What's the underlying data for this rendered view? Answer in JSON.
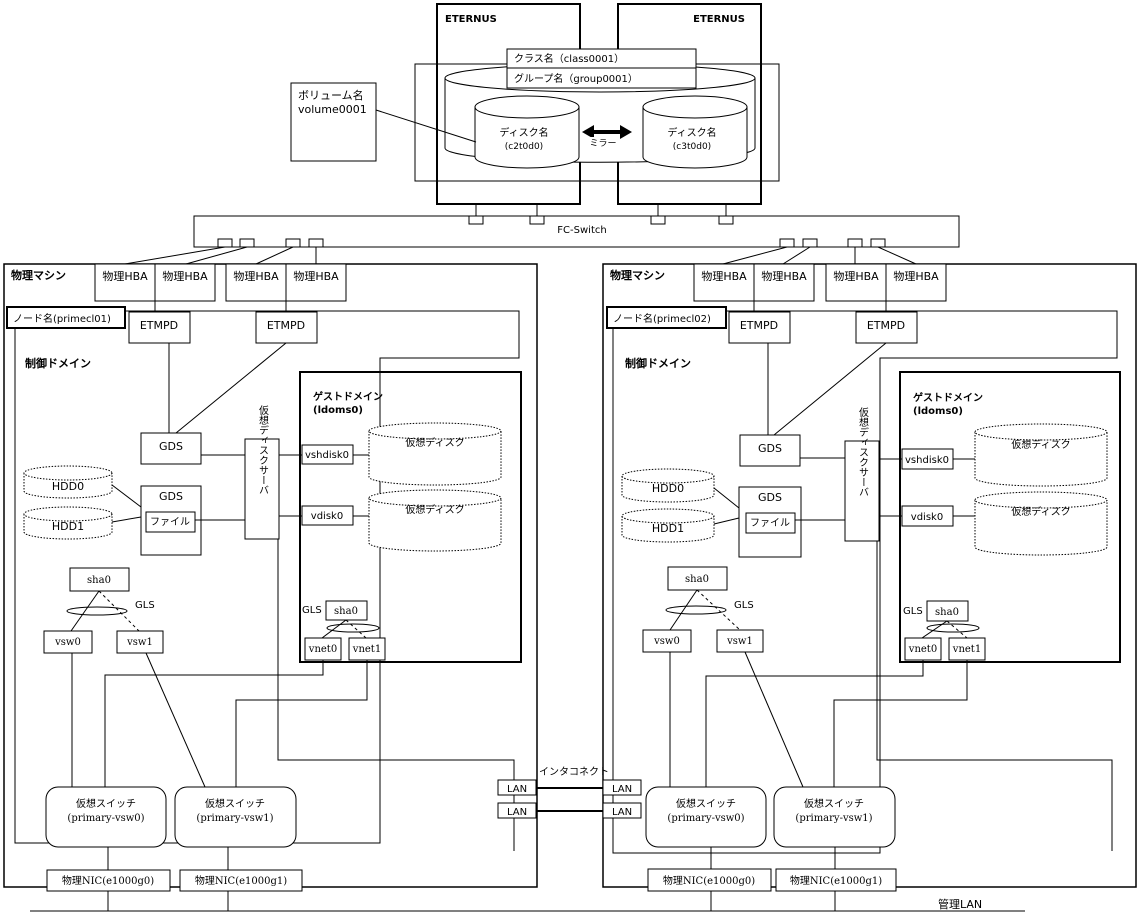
{
  "storage": {
    "left_label": "ETERNUS",
    "right_label": "ETERNUS",
    "class_name": "クラス名（class0001）",
    "group_name": "グループ名（group0001）",
    "volume_label": "ボリューム名",
    "volume_name": "volume0001",
    "disk_left_label": "ディスク名",
    "disk_left_name": "(c2t0d0)",
    "disk_right_label": "ディスク名",
    "disk_right_name": "(c3t0d0)",
    "mirror_label": "ミラー"
  },
  "fc_switch": {
    "label": "FC-Switch"
  },
  "machines": [
    {
      "title": "物理マシン",
      "hbas": [
        "物理HBA",
        "物理HBA",
        "物理HBA",
        "物理HBA"
      ],
      "node_name": "ノード名(primecl01)",
      "etmpd": [
        "ETMPD",
        "ETMPD"
      ],
      "control_domain": "制御ドメイン",
      "gds_top": "GDS",
      "gds_bottom": "GDS",
      "file": "ファイル",
      "hdd0": "HDD0",
      "hdd1": "HDD1",
      "vds": "仮想ディスクサーバ",
      "guest_title": "ゲストドメイン",
      "guest_name": "(ldoms0)",
      "vshdisk": "vshdisk0",
      "vdisk": "vdisk0",
      "vdisk_label_1": "仮想ディスク",
      "vdisk_label_2": "仮想ディスク",
      "sha_control": "sha0",
      "gls_control": "GLS",
      "vsw0": "vsw0",
      "vsw1": "vsw1",
      "gls_guest": "GLS",
      "sha_guest": "sha0",
      "vnet0": "vnet0",
      "vnet1": "vnet1",
      "vswitch0_title": "仮想スイッチ",
      "vswitch0_name": "(primary-vsw0)",
      "vswitch1_title": "仮想スイッチ",
      "vswitch1_name": "(primary-vsw1)",
      "nic0": "物理NIC(e1000g0)",
      "nic1": "物理NIC(e1000g1)"
    },
    {
      "title": "物理マシン",
      "hbas": [
        "物理HBA",
        "物理HBA",
        "物理HBA",
        "物理HBA"
      ],
      "node_name": "ノード名(primecl02)",
      "etmpd": [
        "ETMPD",
        "ETMPD"
      ],
      "control_domain": "制御ドメイン",
      "gds_top": "GDS",
      "gds_bottom": "GDS",
      "file": "ファイル",
      "hdd0": "HDD0",
      "hdd1": "HDD1",
      "vds": "仮想ディスクサーバ",
      "guest_title": "ゲストドメイン",
      "guest_name": "(ldoms0)",
      "vshdisk": "vshdisk0",
      "vdisk": "vdisk0",
      "vdisk_label_1": "仮想ディスク",
      "vdisk_label_2": "仮想ディスク",
      "sha_control": "sha0",
      "gls_control": "GLS",
      "vsw0": "vsw0",
      "vsw1": "vsw1",
      "gls_guest": "GLS",
      "sha_guest": "sha0",
      "vnet0": "vnet0",
      "vnet1": "vnet1",
      "vswitch0_title": "仮想スイッチ",
      "vswitch0_name": "(primary-vsw0)",
      "vswitch1_title": "仮想スイッチ",
      "vswitch1_name": "(primary-vsw1)",
      "nic0": "物理NIC(e1000g0)",
      "nic1": "物理NIC(e1000g1)"
    }
  ],
  "interconnect": {
    "label": "インタコネクト",
    "lan_left": [
      "LAN",
      "LAN"
    ],
    "lan_right": [
      "LAN",
      "LAN"
    ]
  },
  "mgmt_lan": {
    "label": "管理LAN"
  }
}
